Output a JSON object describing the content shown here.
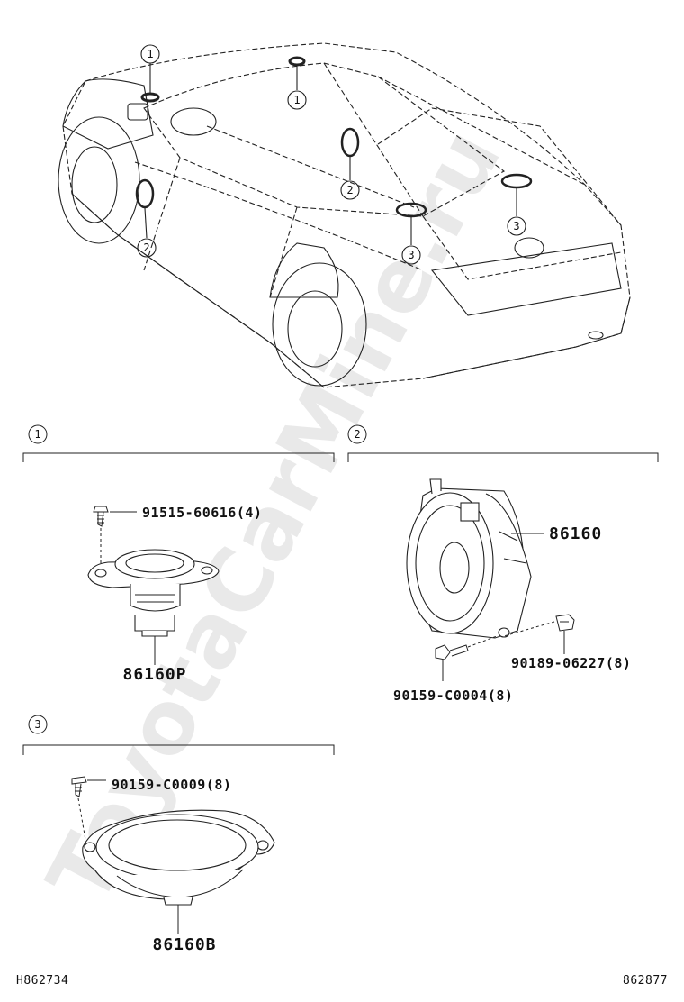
{
  "watermark": "ToyotaCarMine.ru",
  "car_callouts": [
    "1",
    "1",
    "2",
    "2",
    "3",
    "3"
  ],
  "sections": [
    {
      "number": "1",
      "parts": [
        {
          "part_number": "91515-60616(4)"
        },
        {
          "part_number": "86160P"
        }
      ]
    },
    {
      "number": "2",
      "parts": [
        {
          "part_number": "86160"
        },
        {
          "part_number": "90189-06227(8)"
        },
        {
          "part_number": "90159-C0004(8)"
        }
      ]
    },
    {
      "number": "3",
      "parts": [
        {
          "part_number": "90159-C0009(8)"
        },
        {
          "part_number": "86160B"
        }
      ]
    }
  ],
  "footer": {
    "left_code": "H862734",
    "right_code": "862877"
  }
}
